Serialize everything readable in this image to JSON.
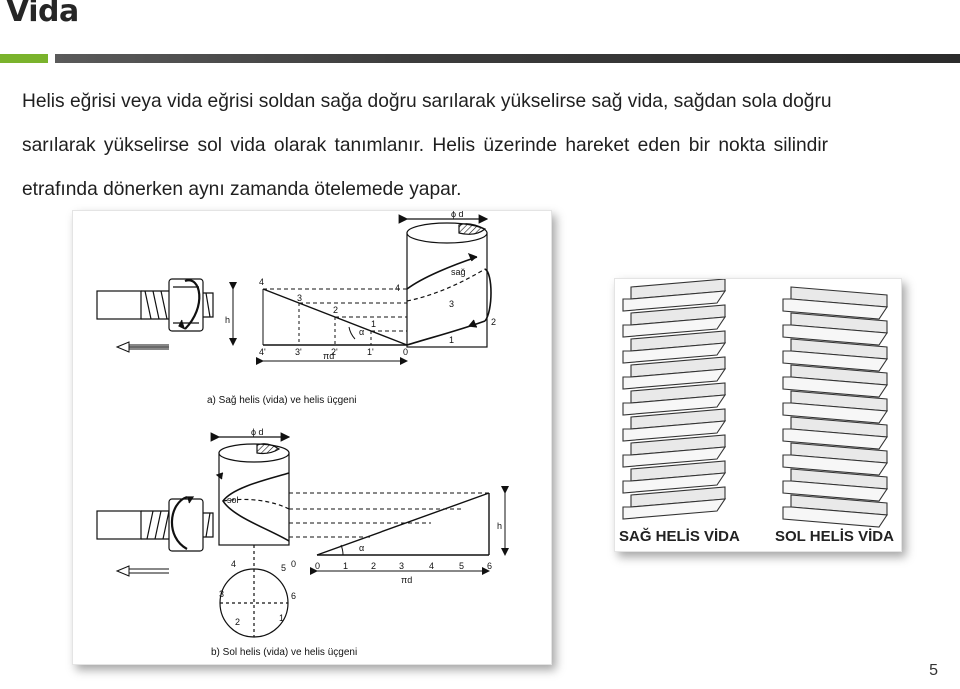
{
  "slide": {
    "title": "Vida",
    "page_number": "5"
  },
  "body": {
    "lines": [
      "Helis eğrisi veya vida eğrisi soldan sağa doğru sarılarak yükselirse sağ vida, sağdan sola doğru",
      "sarılarak yükselirse sol vida olarak tanımlanır. Helis üzerinde hareket eden bir nokta silindir",
      "etrafında dönerken aynı zamanda ötelemede yapar."
    ]
  },
  "figure_left": {
    "top": {
      "caption": "a) Sağ helis (vida) ve helis üçgeni",
      "diameter_label": "ϕ d",
      "direction_label": "sağ",
      "height_label": "h",
      "angle_label": "α",
      "base_label": "πd",
      "point_labels": [
        "4",
        "3",
        "2",
        "1"
      ],
      "base_ticks": [
        "4'",
        "3'",
        "2'",
        "1'",
        "0"
      ],
      "cylinder_labels": [
        "4",
        "3",
        "2",
        "1"
      ]
    },
    "bottom": {
      "caption": "b) Sol helis (vida) ve helis üçgeni",
      "diameter_label": "ϕ d",
      "direction_label": "sol",
      "height_label": "h",
      "angle_label": "α",
      "base_label": "πd",
      "base_ticks": [
        "0",
        "1",
        "2",
        "3",
        "4",
        "5",
        "6"
      ],
      "circle_labels": [
        "4",
        "5",
        "3",
        "6",
        "2",
        "1",
        "0"
      ]
    }
  },
  "figure_right": {
    "left_caption": "SAĞ HELİS VİDA",
    "right_caption": "SOL HELİS VİDA"
  }
}
